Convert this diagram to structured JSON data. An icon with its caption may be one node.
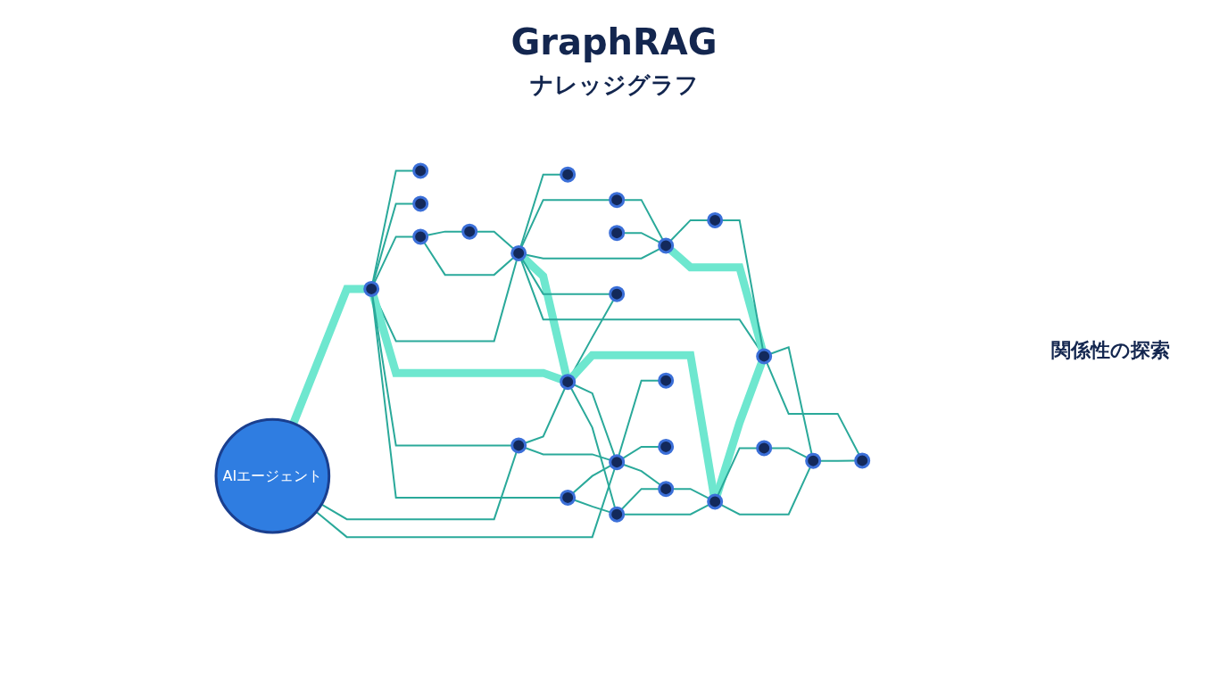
{
  "diagram": {
    "title": "GraphRAG",
    "nodes": [
      {
        "text": [
          "AIエージェント"
        ]
      },
      {
        "text": [],
        "shape": "circle"
      },
      {
        "text": [],
        "shape": "circle"
      },
      {
        "text": [],
        "shape": "circle"
      },
      {
        "text": [],
        "shape": "circle"
      },
      {
        "text": [],
        "shape": "circle"
      },
      {
        "text": [],
        "shape": "circle"
      },
      {
        "text": [],
        "shape": "circle"
      },
      {
        "text": [],
        "shape": "circle"
      },
      {
        "text": [],
        "shape": "circle"
      },
      {
        "text": [],
        "shape": "circle"
      },
      {
        "text": [],
        "shape": "circle"
      },
      {
        "text": [],
        "shape": "circle"
      },
      {
        "text": [],
        "shape": "circle"
      },
      {
        "text": [],
        "shape": "circle"
      },
      {
        "text": [],
        "shape": "circle"
      },
      {
        "text": [],
        "shape": "circle"
      },
      {
        "text": [],
        "shape": "circle"
      },
      {
        "text": [],
        "shape": "circle"
      },
      {
        "text": [],
        "shape": "circle"
      },
      {
        "text": [],
        "shape": "circle"
      },
      {
        "text": [],
        "shape": "circle"
      },
      {
        "text": [],
        "shape": "circle"
      },
      {
        "text": [],
        "shape": "circle"
      },
      {
        "text": [],
        "shape": "circle"
      },
      {
        "text": [],
        "shape": "circle"
      }
    ],
    "edges": [
      {
        "from": 0,
        "to": 1,
        "arrow": "none",
        "style": "thick",
        "color": "#6ee7cf"
      },
      {
        "from": 1,
        "to": 2,
        "arrow": "none"
      },
      {
        "from": 1,
        "to": 3,
        "arrow": "none"
      },
      {
        "from": 1,
        "to": 4,
        "arrow": "none"
      },
      {
        "from": 1,
        "to": 6,
        "arrow": "none"
      },
      {
        "from": 1,
        "to": 12,
        "arrow": "none",
        "style": "thick",
        "color": "#6ee7cf"
      },
      {
        "from": 1,
        "to": 13,
        "arrow": "none"
      },
      {
        "from": 1,
        "to": 14,
        "arrow": "none"
      },
      {
        "from": 4,
        "to": 5,
        "arrow": "none"
      },
      {
        "from": 4,
        "to": 6,
        "arrow": "none"
      },
      {
        "from": 5,
        "to": 6,
        "arrow": "none"
      },
      {
        "from": 6,
        "to": 7,
        "arrow": "none"
      },
      {
        "from": 6,
        "to": 8,
        "arrow": "none"
      },
      {
        "from": 6,
        "to": 10,
        "arrow": "none"
      },
      {
        "from": 6,
        "to": 12,
        "arrow": "none",
        "style": "thick",
        "color": "#6ee7cf"
      },
      {
        "from": 6,
        "to": 15,
        "arrow": "none"
      },
      {
        "from": 6,
        "to": 22,
        "arrow": "none"
      },
      {
        "from": 8,
        "to": 10,
        "arrow": "none"
      },
      {
        "from": 9,
        "to": 10,
        "arrow": "none"
      },
      {
        "from": 10,
        "to": 11,
        "arrow": "none"
      },
      {
        "from": 10,
        "to": 22,
        "arrow": "none",
        "style": "thick",
        "color": "#6ee7cf"
      },
      {
        "from": 11,
        "to": 22,
        "arrow": "none"
      },
      {
        "from": 0,
        "to": 13,
        "arrow": "none"
      },
      {
        "from": 13,
        "to": 12,
        "arrow": "none"
      },
      {
        "from": 12,
        "to": 15,
        "arrow": "none"
      },
      {
        "from": 12,
        "to": 21,
        "arrow": "none",
        "style": "thick",
        "color": "#6ee7cf"
      },
      {
        "from": 12,
        "to": 16,
        "arrow": "none"
      },
      {
        "from": 12,
        "to": 19,
        "arrow": "none"
      },
      {
        "from": 0,
        "to": 16,
        "arrow": "none"
      },
      {
        "from": 13,
        "to": 16,
        "arrow": "none"
      },
      {
        "from": 14,
        "to": 16,
        "arrow": "none"
      },
      {
        "from": 14,
        "to": 19,
        "arrow": "none"
      },
      {
        "from": 16,
        "to": 17,
        "arrow": "none"
      },
      {
        "from": 16,
        "to": 18,
        "arrow": "none"
      },
      {
        "from": 16,
        "to": 20,
        "arrow": "none"
      },
      {
        "from": 19,
        "to": 20,
        "arrow": "none"
      },
      {
        "from": 19,
        "to": 21,
        "arrow": "none"
      },
      {
        "from": 20,
        "to": 21,
        "arrow": "none"
      },
      {
        "from": 21,
        "to": 22,
        "arrow": "none",
        "style": "thick",
        "color": "#6ee7cf"
      },
      {
        "from": 21,
        "to": 23,
        "arrow": "none"
      },
      {
        "from": 21,
        "to": 24,
        "arrow": "none"
      },
      {
        "from": 23,
        "to": 24,
        "arrow": "none"
      },
      {
        "from": 22,
        "to": 24,
        "arrow": "none"
      },
      {
        "from": 22,
        "to": 25,
        "arrow": "none"
      },
      {
        "from": 24,
        "to": 25,
        "arrow": "none"
      }
    ],
    "labels": [
      "ナレッジグラフ",
      "関係性の探索"
    ]
  }
}
